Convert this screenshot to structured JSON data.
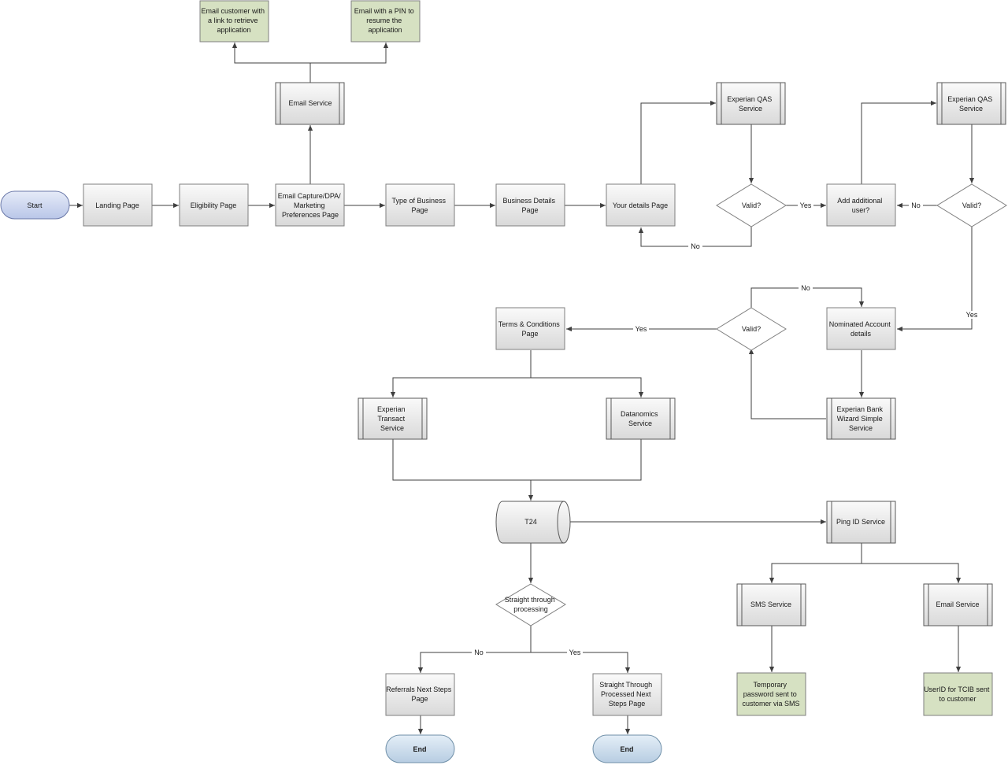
{
  "nodes": {
    "start": "Start",
    "landing": "Landing Page",
    "eligibility": "Eligibility Page",
    "email_capture": [
      "Email Capture/DPA/",
      "Marketing",
      "Preferences Page"
    ],
    "email_service": "Email Service",
    "email_link": [
      "Email customer with",
      "a link to retrieve",
      "application"
    ],
    "email_pin": [
      "Email with a PIN to",
      "resume the",
      "application"
    ],
    "type_business": [
      "Type of Business",
      "Page"
    ],
    "business_details": [
      "Business Details",
      "Page"
    ],
    "your_details": "Your details Page",
    "qas1": [
      "Experian QAS",
      "Service"
    ],
    "valid1": "Valid?",
    "add_user": [
      "Add additional",
      "user?"
    ],
    "qas2": [
      "Experian QAS",
      "Service"
    ],
    "valid2": "Valid?",
    "nominated": [
      "Nominated Account",
      "details"
    ],
    "bank_wizard": [
      "Experian Bank",
      "Wizard Simple",
      "Service"
    ],
    "valid3": "Valid?",
    "terms": [
      "Terms & Conditions",
      "Page"
    ],
    "transact": [
      "Experian",
      "Transact",
      "Service"
    ],
    "datanomics": [
      "Datanomics",
      "Service"
    ],
    "t24": "T24",
    "ping": "Ping ID Service",
    "sms": "SMS Service",
    "email_service2": "Email Service",
    "temp_password": [
      "Temporary",
      "password sent to",
      "customer via SMS"
    ],
    "userid": [
      "UserID for TCIB sent",
      "to customer"
    ],
    "stp": [
      "Straight through",
      "processing"
    ],
    "referrals": [
      "Referrals Next Steps",
      "Page"
    ],
    "stp_page": [
      "Straight Through",
      "Processed Next",
      "Steps Page"
    ],
    "end1": "End",
    "end2": "End"
  },
  "edge_labels": {
    "valid1_no": "No",
    "valid1_yes": "Yes",
    "valid2_no": "No",
    "valid2_yes": "Yes",
    "valid3_no": "No",
    "valid3_yes": "Yes",
    "stp_no": "No",
    "stp_yes": "Yes"
  },
  "colors": {
    "process_fill_top": "#fafafa",
    "process_fill_bottom": "#d9d9d9",
    "output_fill": "#d6e1c2",
    "start_fill": "#c9d3ee",
    "end_fill": "#c7d9e9",
    "stroke": "#3f3f3f"
  }
}
